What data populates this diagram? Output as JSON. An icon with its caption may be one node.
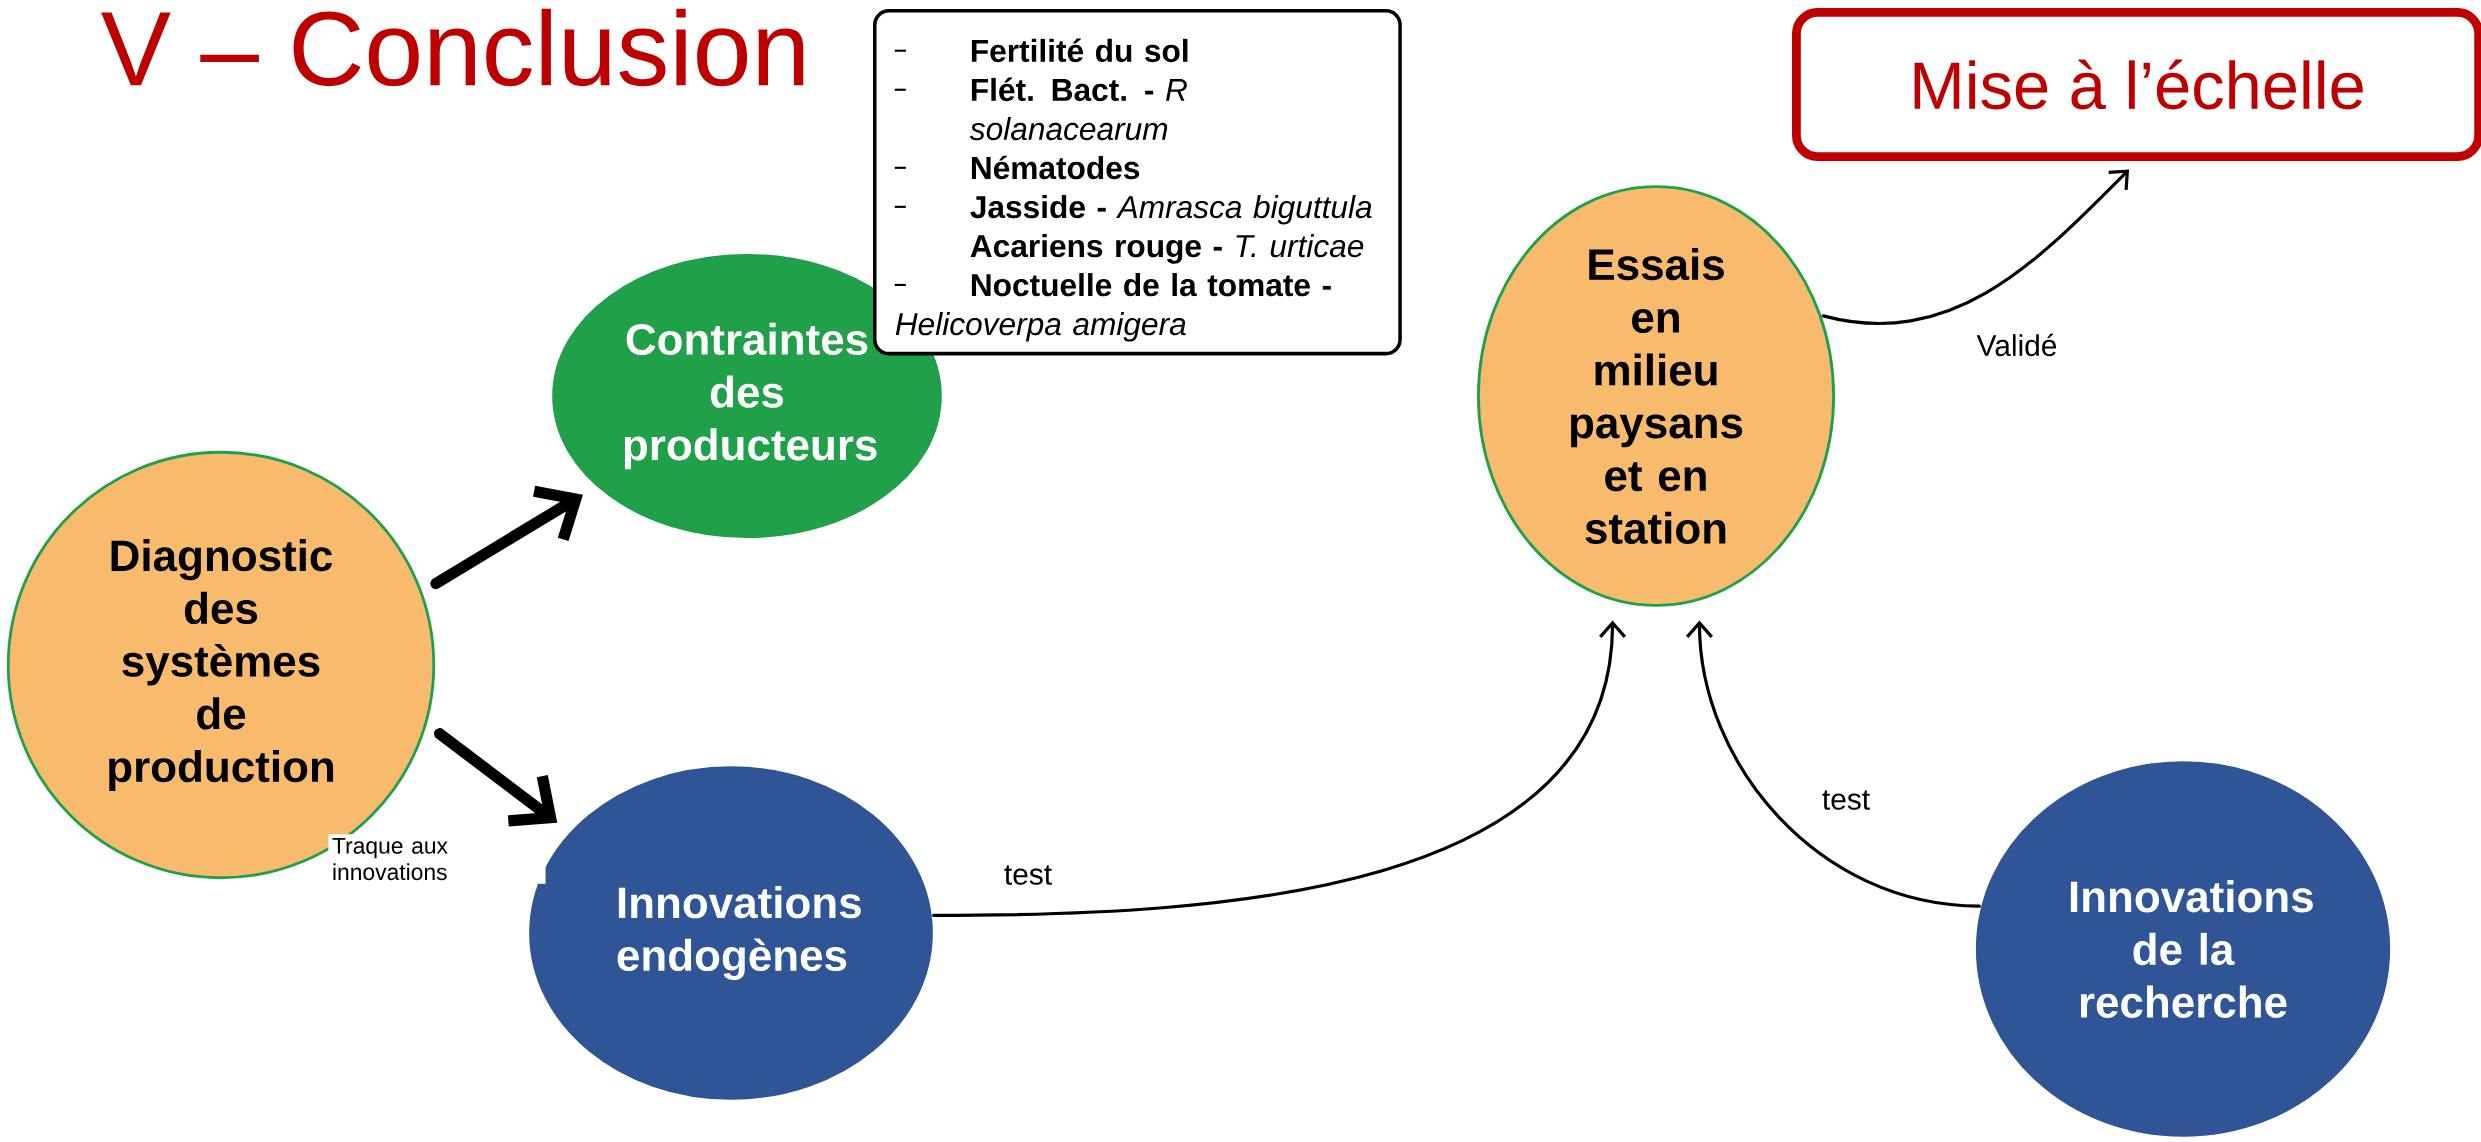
{
  "diagram": {
    "title": "V – Conclusion",
    "nodes": [
      {
        "text": [
          "Diagnostic des systèmes de production"
        ]
      },
      {
        "text": [
          "Contraintes des producteurs"
        ]
      },
      {
        "text": [
          "Innovations endogènes"
        ]
      },
      {
        "text": [
          "Fertilité du sol",
          "**Flét. Bact. -** *R solanacearum*",
          "Nématodes",
          "**Jasside -** *Amrasca biguttula*",
          "**Acariens rouge -** *T. urticae*",
          "**Noctuelle de la tomate -** *Helicoverpa amigera*"
        ]
      },
      {
        "text": [
          "Essais en milieu paysans et en station"
        ]
      },
      {
        "text": [
          "Mise à l’échelle"
        ]
      },
      {
        "text": [
          "Innovations de la recherche"
        ]
      }
    ],
    "edges": [
      {
        "from": 0,
        "to": 1,
        "arrow": "to",
        "style": "thick"
      },
      {
        "from": 0,
        "to": 2,
        "arrow": "to",
        "style": "thick",
        "label": "Traque aux innovations"
      },
      {
        "from": 2,
        "to": 4,
        "arrow": "to",
        "label": "test"
      },
      {
        "from": 6,
        "to": 4,
        "arrow": "to",
        "label": "test"
      },
      {
        "from": 4,
        "to": 5,
        "arrow": "to",
        "label": "Validé"
      }
    ]
  }
}
